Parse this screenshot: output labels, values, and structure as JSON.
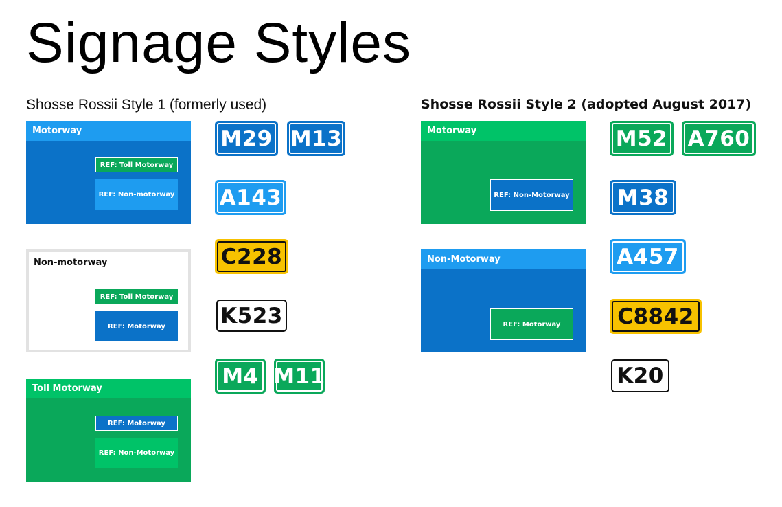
{
  "title": "Signage Styles",
  "colors": {
    "motorway_blue": "#0b72c8",
    "motorway_blue_header": "#1e9cf0",
    "toll_green": "#0aa85a",
    "toll_green_header": "#00c368",
    "non_motorway_white": "#ffffff",
    "local_yellow": "#f7c200"
  },
  "style1": {
    "heading": "Shosse Rossii Style 1 (formerly used)",
    "panels": [
      {
        "header": "Motorway",
        "refs": [
          "REF: Toll Motorway",
          "REF: Non-motorway"
        ]
      },
      {
        "header": "Non-motorway",
        "refs": [
          "REF: Toll Motorway",
          "REF: Motorway"
        ]
      },
      {
        "header": "Toll Motorway",
        "refs": [
          "REF: Motorway",
          "REF: Non-Motorway"
        ]
      }
    ],
    "signs": [
      "M29",
      "M13",
      "A143",
      "C228",
      "K523",
      "M4",
      "M11"
    ]
  },
  "style2": {
    "heading": "Shosse Rossii Style 2 (adopted August 2017)",
    "panels": [
      {
        "header": "Motorway",
        "refs": [
          "REF: Non-Motorway"
        ]
      },
      {
        "header": "Non-Motorway",
        "refs": [
          "REF: Motorway"
        ]
      }
    ],
    "signs": [
      "M52",
      "A760",
      "M38",
      "A457",
      "C8842",
      "K20"
    ]
  }
}
